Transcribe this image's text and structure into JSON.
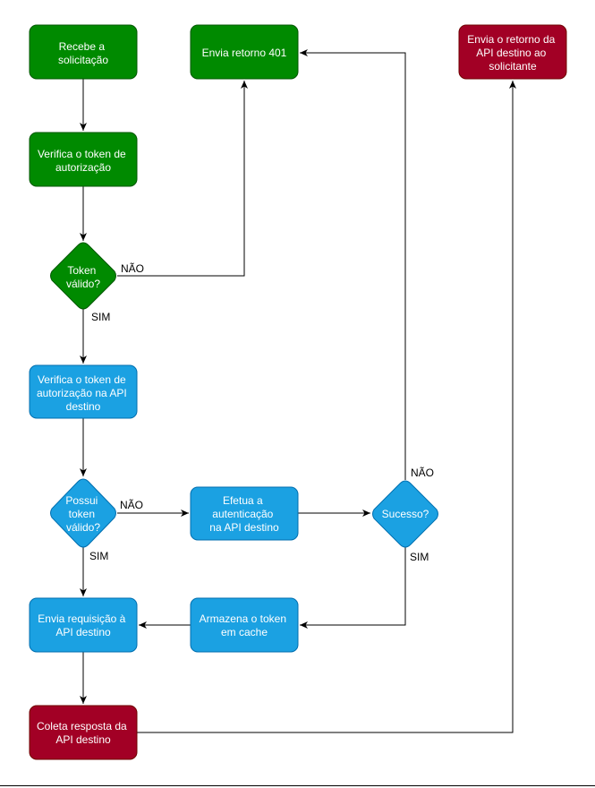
{
  "colors": {
    "green_fill": "#008a00",
    "green_stroke": "#005700",
    "blue_fill": "#1ba1e2",
    "blue_stroke": "#006eaf",
    "red_fill": "#a20025",
    "red_stroke": "#6f0000",
    "edge": "#000000"
  },
  "nodes": {
    "receive_request": [
      "Recebe a",
      "solicitação"
    ],
    "verify_auth_token": [
      "Verifica o token de",
      "autorização"
    ],
    "token_valid_decision": [
      "Token",
      "válido?"
    ],
    "send_401": [
      "Envia retorno 401"
    ],
    "verify_dest_token": [
      "Verifica o token de",
      "autorização na API",
      "destino"
    ],
    "has_valid_token_decision": [
      "Possui",
      "token",
      "válido?"
    ],
    "authenticate_dest": [
      "Efetua a",
      "autenticação",
      "na API destino"
    ],
    "success_decision": [
      "Sucesso?"
    ],
    "cache_token": [
      "Armazena o token",
      "em cache"
    ],
    "send_request_dest": [
      "Envia requisição à",
      "API destino"
    ],
    "collect_response": [
      "Coleta resposta da",
      "API destino"
    ],
    "send_response_back": [
      "Envia o retorno da",
      "API destino ao",
      "solicitante"
    ]
  },
  "edge_labels": {
    "token_no": "NÃO",
    "token_yes": "SIM",
    "has_token_no": "NÃO",
    "has_token_yes": "SIM",
    "success_no": "NÃO",
    "success_yes": "SIM"
  }
}
